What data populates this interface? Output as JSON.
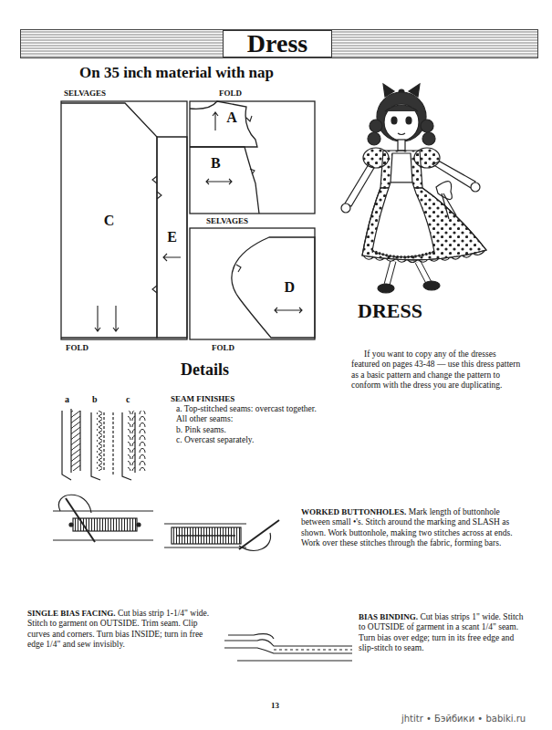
{
  "diagram": {
    "title": "Dress",
    "nodes": [
      {
        "text": [
          "A"
        ]
      },
      {
        "text": [
          "B"
        ]
      },
      {
        "text": [
          "C"
        ]
      },
      {
        "text": [
          "E"
        ]
      },
      {
        "text": [
          "D"
        ]
      }
    ],
    "labels": [
      "On 35 inch material with nap",
      "SELVAGES",
      "FOLD",
      "SELVAGES",
      "FOLD",
      "FOLD",
      "Details",
      "a",
      "b",
      "c",
      "SEAM FINISHES",
      "a. Top-stitched seams: overcast together. All other seams:",
      "b. Pink seams.",
      "c. Overcast separately.",
      "DRESS",
      "If you want to copy any of the dresses featured on pages 43-48 — use this dress pattern as a basic pattern and change the pattern to conform with the dress you are duplicating.",
      "WORKED BUTTONHOLES.",
      "Mark length of buttonhole between small •'s. Stitch around the marking and SLASH as shown. Work buttonhole, making two stitches across at ends. Work over these stitches through the fabric, forming bars.",
      "SINGLE BIAS FACING.",
      "Cut bias strip 1-1/4\" wide. Stitch to garment on OUTSIDE. Trim seam. Clip curves and corners. Turn bias INSIDE; turn in free edge 1/4\" and sew invisibly.",
      "BIAS BINDING.",
      "Cut bias strips 1\" wide. Stitch to OUTSIDE of garment in a scant 1/4\" seam. Turn bias over edge; turn in its free edge and slip-stitch to seam.",
      "13",
      "jhtitr • Бэйбики • babiki.ru"
    ]
  }
}
